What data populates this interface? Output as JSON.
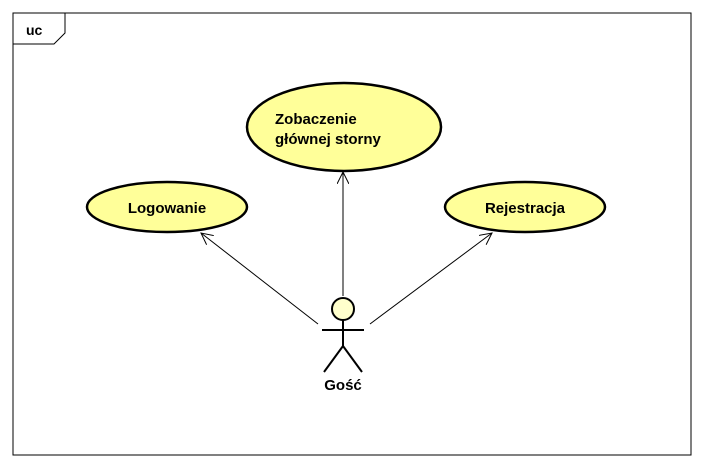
{
  "frame": {
    "label": "uc"
  },
  "colors": {
    "usecase_fill": "#FFFF99",
    "actor_fill": "#FFFFCC",
    "stroke": "#000000"
  },
  "use_cases": [
    {
      "id": "logowanie",
      "lines": [
        "Logowanie"
      ]
    },
    {
      "id": "zobaczenie",
      "lines": [
        "Zobaczenie",
        "głównej storny"
      ]
    },
    {
      "id": "rejestracja",
      "lines": [
        "Rejestracja"
      ]
    }
  ],
  "actor": {
    "name": "Gość",
    "icon": "stick-figure-actor-icon"
  },
  "associations": [
    {
      "from": "actor",
      "to": "logowanie",
      "arrow": "open"
    },
    {
      "from": "actor",
      "to": "zobaczenie",
      "arrow": "open"
    },
    {
      "from": "actor",
      "to": "rejestracja",
      "arrow": "open"
    }
  ]
}
